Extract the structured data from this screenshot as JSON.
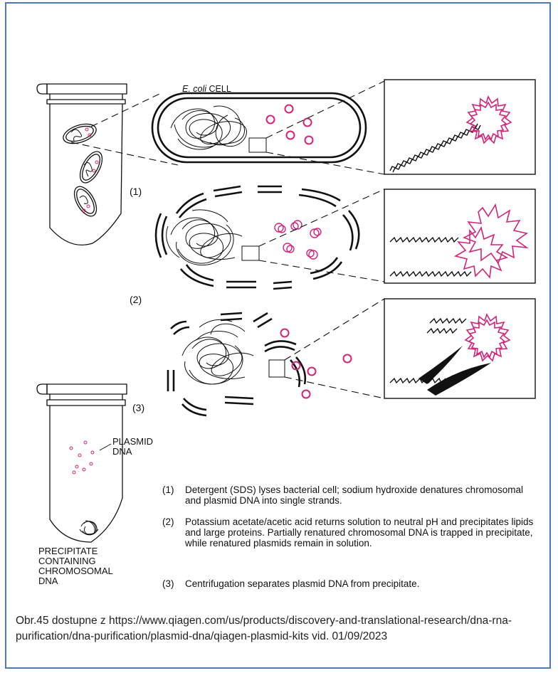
{
  "diagram": {
    "cell_label_italic": "E. coli",
    "cell_label_rest": " CELL",
    "step_numbers": [
      "(1)",
      "(2)",
      "(3)"
    ],
    "plasmid_label": "PLASMID\nDNA",
    "precipitate_label": "PRECIPITATE\nCONTAINING\nCHROMOSOMAL\nDNA",
    "legend": [
      {
        "num": "(1)",
        "text": "Detergent (SDS) lyses bacterial cell; sodium hydroxide denatures chromosomal and plasmid DNA into single strands."
      },
      {
        "num": "(2)",
        "text": "Potassium acetate/acetic acid returns solution to neutral pH and precipitates lipids and large proteins. Partially renatured chromosomal DNA is trapped in precipitate, while renatured plasmids remain in solution."
      },
      {
        "num": "(3)",
        "text": "Centrifugation separates plasmid DNA from precipitate."
      }
    ],
    "colors": {
      "plasmid": "#d4237a",
      "ink": "#111111",
      "frame": "#4a7ab8"
    }
  },
  "caption": "Obr.45 dostupne z  https://www.qiagen.com/us/products/discovery-and-translational-research/dna-rna-purification/dna-purification/plasmid-dna/qiagen-plasmid-kits vid. 01/09/2023"
}
